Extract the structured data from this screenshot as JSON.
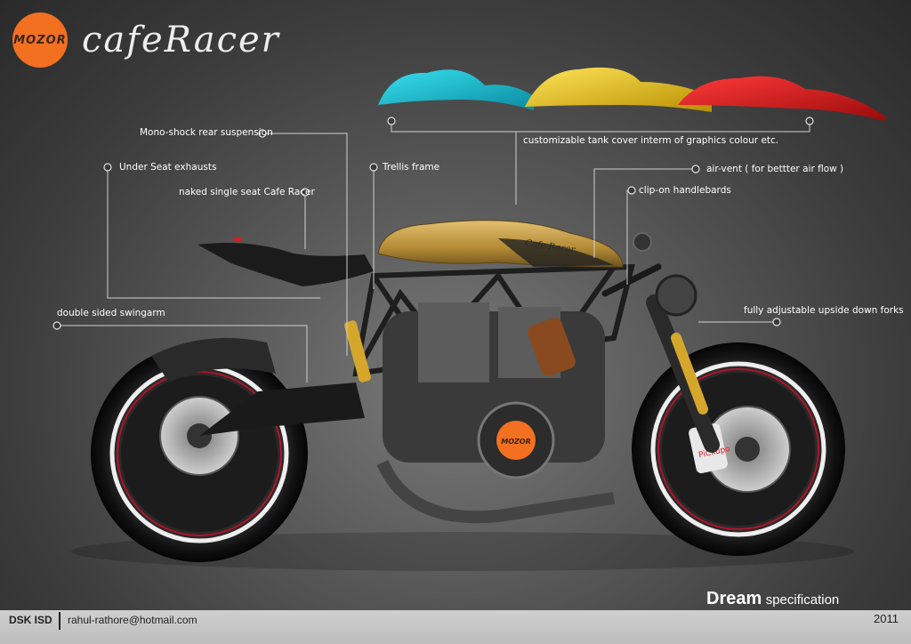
{
  "brand": {
    "logo_text": "MOZOR",
    "title": "cafeRacer"
  },
  "callouts": {
    "mono_shock": "Mono-shock rear suspension",
    "under_seat": "Under Seat exhausts",
    "naked_seat": "naked single seat Cafe Racer",
    "trellis": "Trellis frame",
    "tank_cover": "customizable tank cover interm of graphics colour etc.",
    "air_vent": "air-vent ( for bettter air flow )",
    "clip_on": "clip-on handlebards",
    "swingarm": "double sided swingarm",
    "forks": "fully adjustable upside down forks"
  },
  "tank_decal": "Cafe Racer",
  "engine_badge": "MOZOR",
  "caliper_label": "PiCkupo",
  "footer": {
    "headline_bold": "Dream",
    "headline_rest": "specification",
    "studio": "DSK ISD",
    "email": "rahul-rathore@hotmail.com",
    "year": "2011"
  },
  "colors": {
    "accent": "#f37021",
    "tank_gold": "#c9a14a",
    "cover_cyan": "#1ec8d8",
    "cover_yellow": "#f0c400",
    "cover_red": "#e0141a",
    "callout_line": "#cfcfcf"
  }
}
